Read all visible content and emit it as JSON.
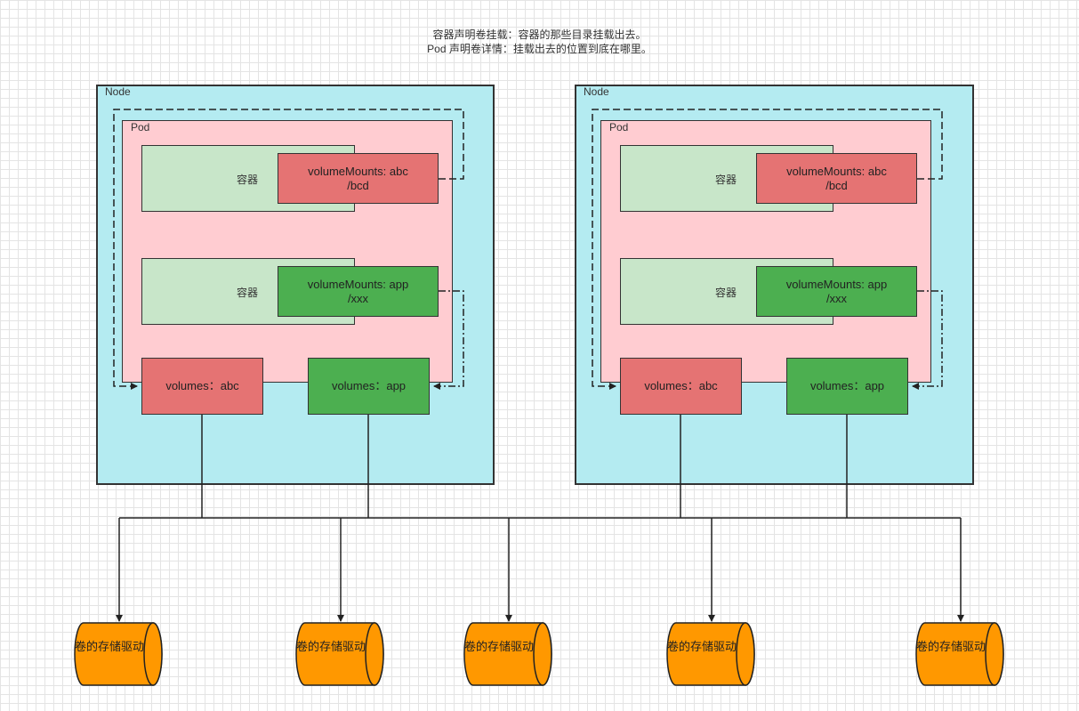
{
  "title_lines": [
    "容器声明卷挂载：容器的那些目录挂载出去。",
    "Pod 声明卷详情：挂载出去的位置到底在哪里。"
  ],
  "nodes": [
    {
      "label": "Node",
      "pod_label": "Pod",
      "containers": [
        {
          "label": "容器",
          "mount": "volumeMounts: abc /bcd"
        },
        {
          "label": "容器",
          "mount": "volumeMounts: app /xxx"
        }
      ],
      "volumes": [
        "volumes：abc",
        "volumes：app"
      ]
    },
    {
      "label": "Node",
      "pod_label": "Pod",
      "containers": [
        {
          "label": "容器",
          "mount": "volumeMounts: abc /bcd"
        },
        {
          "label": "容器",
          "mount": "volumeMounts: app /xxx"
        }
      ],
      "volumes": [
        "volumes：abc",
        "volumes：app"
      ]
    }
  ],
  "drives": [
    "卷的存储驱动 如：Ceph 等",
    "卷的存储驱动 如：Ceph 等",
    "卷的存储驱动 如：Ceph 等",
    "卷的存储驱动 如：Ceph 等",
    "卷的存储驱动 如：Ceph 等"
  ],
  "colors": {
    "node": "#b4ebf1",
    "pod": "#ffccd1",
    "container": "#c8e6c9",
    "red": "#e57373",
    "green": "#4caf50",
    "drive": "#ff9800"
  }
}
